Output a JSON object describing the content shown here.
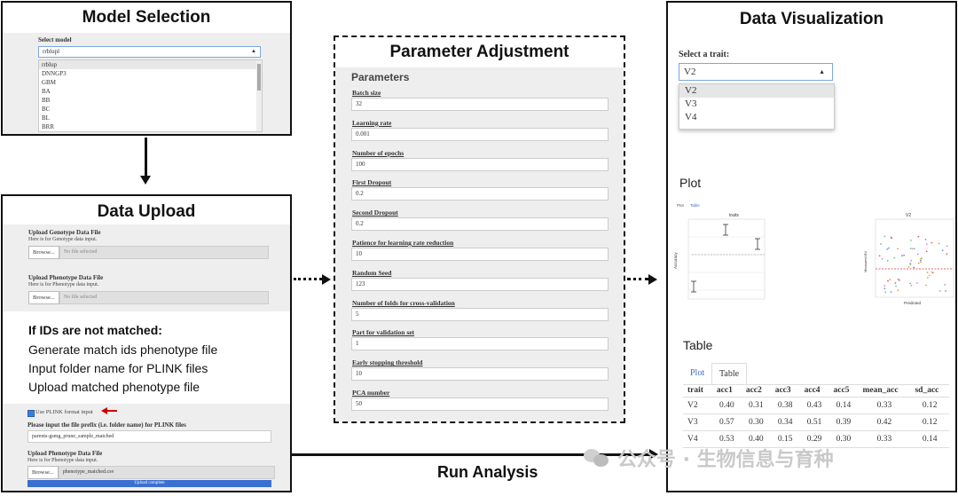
{
  "model_box": {
    "title": "Model Selection",
    "select_label": "Select model",
    "value": "rrblupl",
    "options": [
      "rrblup",
      "DNNGP3",
      "GBM",
      "BA",
      "BB",
      "BC",
      "BL",
      "BRR"
    ]
  },
  "upload_box": {
    "title": "Data Upload",
    "genotype_label": "Upload Genotype Data File",
    "genotype_help": "Here is for Genotype data input.",
    "browse": "Browse...",
    "no_file": "No file selected",
    "phenotype_label": "Upload Phenotype Data File",
    "phenotype_help": "Here is for Phenotype data input.",
    "mismatch_title": "If IDs are not matched:",
    "mismatch_lines": [
      "Generate match ids phenotype file",
      "Input folder name for PLINK files",
      "Upload matched phenotype file"
    ],
    "plink_checkbox": "Use PLINK format input",
    "prefix_label": "Please input the file prefix (i.e. folder name) for PLINK files",
    "prefix_value": "parents-gsmg_prune_sample_matched",
    "matched_label": "Upload Phenotype Data File",
    "matched_help": "Here is for Phenotype data input.",
    "matched_file": "phenotype_matched.csv",
    "upload_status": "Upload complete"
  },
  "param_box": {
    "title": "Parameter Adjustment",
    "heading": "Parameters",
    "params": [
      {
        "label": "Batch size",
        "value": "32"
      },
      {
        "label": "Learning rate",
        "value": "0.001"
      },
      {
        "label": "Number of epochs",
        "value": "100"
      },
      {
        "label": "First Dropout",
        "value": "0.2"
      },
      {
        "label": "Second Dropout",
        "value": "0.2"
      },
      {
        "label": "Patience for learning rate reduction",
        "value": "10"
      },
      {
        "label": "Random Seed",
        "value": "123"
      },
      {
        "label": "Number of folds for cross-validation",
        "value": "5"
      },
      {
        "label": "Part for validation set",
        "value": "1"
      },
      {
        "label": "Early stopping threshold",
        "value": "10"
      },
      {
        "label": "PCA number",
        "value": "50"
      }
    ]
  },
  "run_label": "Run Analysis",
  "viz_box": {
    "title": "Data Visualization",
    "trait_label": "Select a trait:",
    "trait_value": "V2",
    "trait_options": [
      "V2",
      "V3",
      "V4"
    ],
    "plot_heading": "Plot",
    "plot_tabs": [
      "Plot",
      "Table"
    ],
    "left_plot_title": "traits",
    "left_plot_ylabel": "Accuracy",
    "right_plot_title": "V2",
    "right_plot_ylabel": "Measured BV",
    "right_plot_xlabel": "Predicted",
    "table_heading": "Table",
    "table_tabs": [
      "Plot",
      "Table"
    ],
    "table": {
      "columns": [
        "trait",
        "acc1",
        "acc2",
        "acc3",
        "acc4",
        "acc5",
        "mean_acc",
        "sd_acc"
      ],
      "rows": [
        [
          "V2",
          "0.40",
          "0.31",
          "0.38",
          "0.43",
          "0.14",
          "0.33",
          "0.12"
        ],
        [
          "V3",
          "0.57",
          "0.30",
          "0.34",
          "0.51",
          "0.39",
          "0.42",
          "0.12"
        ],
        [
          "V4",
          "0.53",
          "0.40",
          "0.15",
          "0.29",
          "0.30",
          "0.33",
          "0.14"
        ]
      ]
    }
  },
  "watermark": "公众号 · 生物信息与育种"
}
